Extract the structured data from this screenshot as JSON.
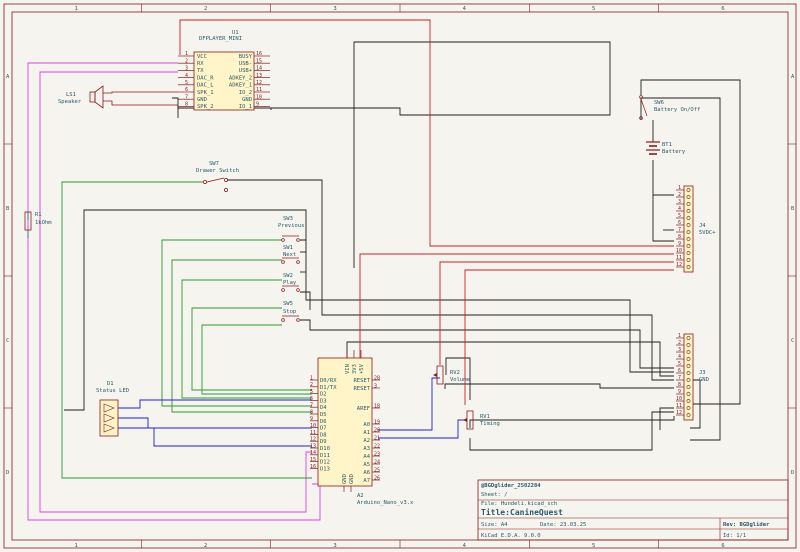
{
  "border": {
    "cols_top": [
      "1",
      "2",
      "3",
      "4",
      "5",
      "6"
    ],
    "rows_left": [
      "A",
      "B",
      "C",
      "D"
    ]
  },
  "u1": {
    "ref": "U1",
    "value": "DFPLAYER_MINI",
    "left_pins": [
      {
        "name": "VCC",
        "num": "1"
      },
      {
        "name": "RX",
        "num": "2"
      },
      {
        "name": "TX",
        "num": "3"
      },
      {
        "name": "DAC_R",
        "num": "4"
      },
      {
        "name": "DAC_L",
        "num": "5"
      },
      {
        "name": "SPK_1",
        "num": "6"
      },
      {
        "name": "GND",
        "num": "7"
      },
      {
        "name": "SPK_2",
        "num": "8"
      }
    ],
    "right_pins": [
      {
        "name": "BUSY",
        "num": "16"
      },
      {
        "name": "USB-",
        "num": "15"
      },
      {
        "name": "USB+",
        "num": "14"
      },
      {
        "name": "ADKEY_2",
        "num": "13"
      },
      {
        "name": "ADKEY_1",
        "num": "12"
      },
      {
        "name": "IO_2",
        "num": "11"
      },
      {
        "name": "GND",
        "num": "10"
      },
      {
        "name": "IO_1",
        "num": "9"
      }
    ]
  },
  "ls1": {
    "ref": "LS1",
    "value": "Speaker"
  },
  "r1": {
    "ref": "R1",
    "value": "1kOhm"
  },
  "sw7": {
    "ref": "SW7",
    "value": "Drawer Switch"
  },
  "sw3": {
    "ref": "SW3",
    "value": "Previous"
  },
  "sw1": {
    "ref": "SW1",
    "value": "Next"
  },
  "sw2": {
    "ref": "SW2",
    "value": "Play"
  },
  "sw5": {
    "ref": "SW5",
    "value": "Stop"
  },
  "sw6": {
    "ref": "SW6",
    "value": "Battery On/Off"
  },
  "bt1": {
    "ref": "BT1",
    "value": "Battery"
  },
  "j4": {
    "ref": "J4",
    "value": "5VDC+",
    "pins": [
      "1",
      "2",
      "3",
      "4",
      "5",
      "6",
      "7",
      "8",
      "9",
      "10",
      "11",
      "12"
    ]
  },
  "j3": {
    "ref": "J3",
    "value": "GND",
    "pins": [
      "1",
      "2",
      "3",
      "4",
      "5",
      "6",
      "7",
      "8",
      "9",
      "10",
      "11",
      "12"
    ]
  },
  "rv2": {
    "ref": "RV2",
    "value": "Volume"
  },
  "rv1": {
    "ref": "RV1",
    "value": "Timing"
  },
  "d1": {
    "ref": "D1",
    "value": "Status LED"
  },
  "a2": {
    "ref": "A2",
    "value": "Arduino_Nano_v3.x",
    "top_pins": [
      "VIN",
      "3V3",
      "+5V"
    ],
    "left_pins": [
      "D0/RX",
      "D1/TX",
      "D2",
      "D3",
      "D4",
      "D5",
      "D6",
      "D7",
      "D8",
      "D9",
      "D10",
      "D11",
      "D12",
      "D13"
    ],
    "left_nums": [
      "1",
      "2",
      "5",
      "6",
      "7",
      "8",
      "9",
      "10",
      "11",
      "12",
      "13",
      "14",
      "15",
      "16"
    ],
    "right_pins": [
      "RESET",
      "RESET",
      "AREF",
      "A0",
      "A1",
      "A2",
      "A3",
      "A4",
      "A5",
      "A6",
      "A7"
    ],
    "right_nums": [
      "28",
      "3",
      "18",
      "19",
      "20",
      "21",
      "22",
      "23",
      "24",
      "25",
      "26"
    ],
    "bottom_pins": [
      "GND",
      "GND"
    ]
  },
  "title_block": {
    "author": "@BGDglider_2502284",
    "sheet": "Sheet: /",
    "file": "File: Hundeli.kicad_sch",
    "title_label": "Title:",
    "title": "CanineQuest",
    "size": "Size: A4",
    "date": "Date: 23.03.25",
    "rev": "Rev: BGDglider",
    "tool": "KiCad E.D.A. 9.0.0",
    "id": "Id: 1/1"
  },
  "colors": {
    "wire": "#1e1e1e",
    "wire_red": "#d12020",
    "wire_pink": "#e040e0",
    "wire_green": "#2a9a2a",
    "wire_blue": "#2020d0",
    "wire_teal": "#2a7a7a",
    "component": "#8a1a1a",
    "fill": "#fff5c8"
  }
}
